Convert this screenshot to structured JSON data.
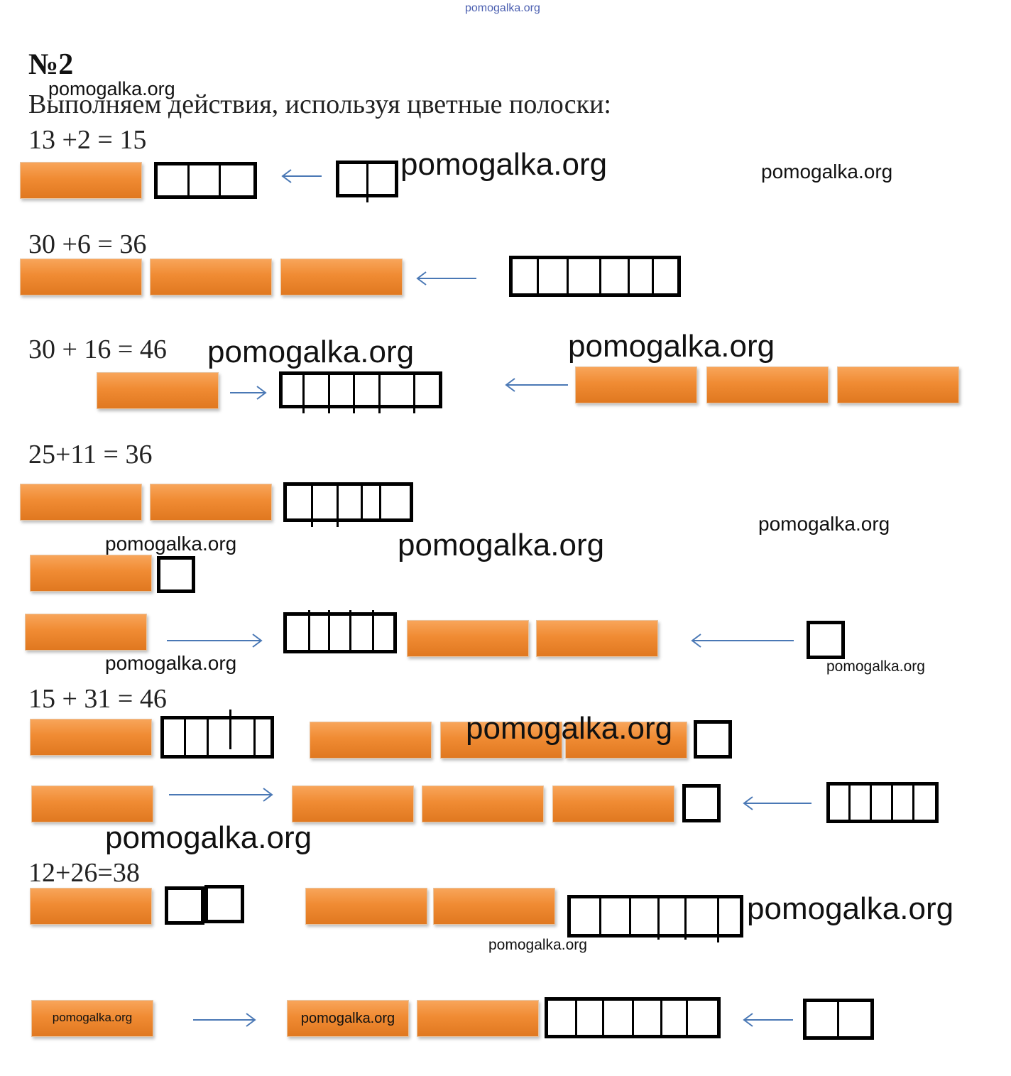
{
  "site_header": "pomogalka.org",
  "task_title": "№2",
  "instruction": "Выполняем действия, используя цветные полоски:",
  "watermark": "pomogalka.org",
  "equations": [
    "13 +2 = 15",
    "30 +6 = 36",
    "30 + 16 = 46",
    "25+11 = 36",
    "15 + 31 = 46",
    "12+26=38"
  ],
  "bar_labels": [
    "pomogalka.org",
    "pomogalka.org"
  ],
  "colors": {
    "bar": "#f08b33",
    "arrow": "#4a78b5",
    "cell_border": "#000000"
  }
}
